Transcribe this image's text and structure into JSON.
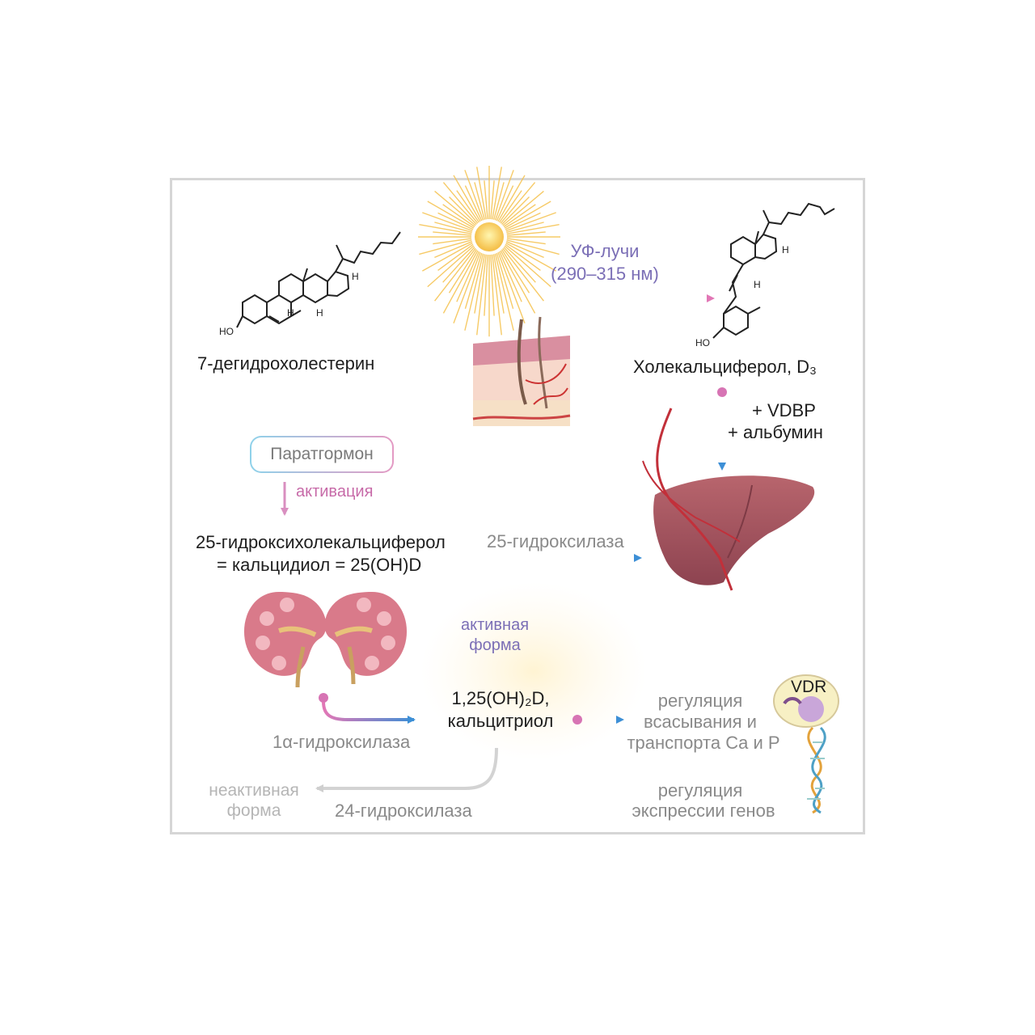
{
  "labels": {
    "precursor": "7-дегидрохолестерин",
    "uv_line1": "УФ-лучи",
    "uv_line2": "(290–315 нм)",
    "d3": "Холекальциферол, D₃",
    "vdbp": "+   VDBP",
    "albumin": "+ альбумин",
    "pth": "Паратгормон",
    "activation": "активация",
    "hydroxylase25": "25-гидроксилаза",
    "calcidiol_line1": "25-гидроксихолекальциферол",
    "calcidiol_line2": "= кальцидиол = 25(OH)D",
    "active_line1": "активная",
    "active_line2": "форма",
    "calcitriol_line1": "1,25(OH)₂D,",
    "calcitriol_line2": "кальцитриол",
    "hydroxylase1a": "1α-гидроксилаза",
    "regulation1_line1": "регуляция",
    "regulation1_line2": "всасывания и",
    "regulation1_line3": "транспорта Ca и P",
    "vdr": "VDR",
    "regulation2_line1": "регуляция",
    "regulation2_line2": "экспрессии генов",
    "inactive_line1": "неактивная",
    "inactive_line2": "форма",
    "hydroxylase24": "24-гидроксилаза",
    "chem_ho": "HO",
    "chem_h": "H"
  },
  "colors": {
    "blue": "#3d8fd6",
    "pink": "#d774b4",
    "grey_arrow": "#d3d3d3",
    "liver": "#a0525c",
    "sun": "#f5c14c"
  },
  "icons": [
    "sun-icon",
    "skin-icon",
    "liver-icon",
    "kidneys-icon",
    "cell-dna-icon"
  ]
}
